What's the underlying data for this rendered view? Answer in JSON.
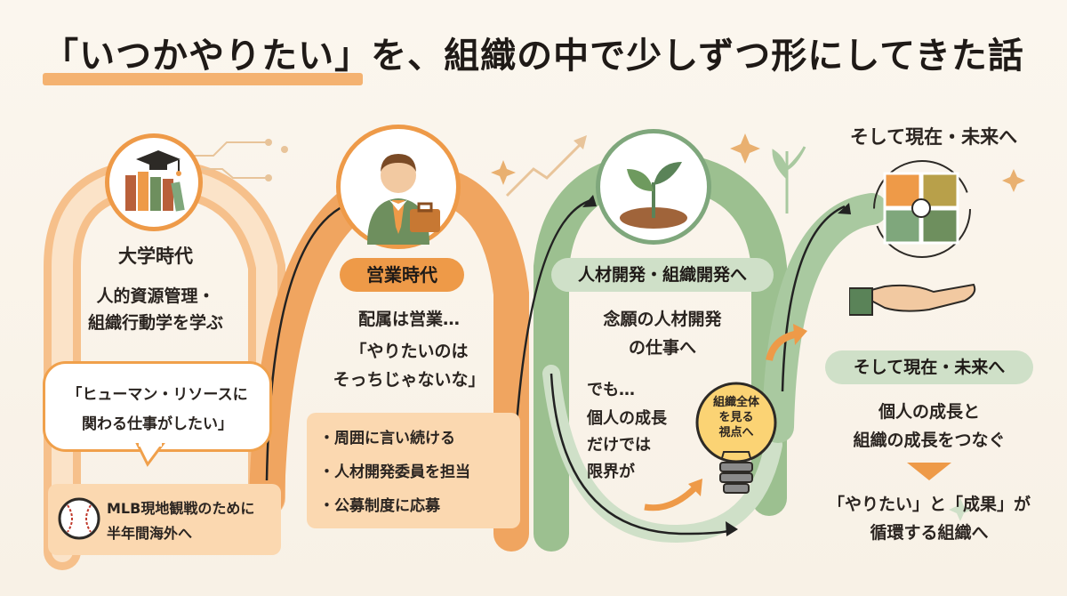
{
  "title": "「いつかやりたい」を、組織の中で少しずつ形にしてきた話",
  "stage1": {
    "heading": "大学時代",
    "line1": "人的資源管理・",
    "line2": "組織行動学を学ぶ",
    "quote_line1": "「ヒューマン・リソースに",
    "quote_line2": "関わる仕事がしたい」",
    "note_line1": "MLB現地観戦のために",
    "note_line2": "半年間海外へ"
  },
  "stage2": {
    "heading": "営業時代",
    "line1": "配属は営業…",
    "line2": "「やりたいのは",
    "line3": "そっちじゃないな」",
    "bullets": [
      "・周囲に言い続ける",
      "・人材開発委員を担当",
      "・公募制度に応募"
    ]
  },
  "stage3": {
    "heading": "人材開発・組織開発へ",
    "line1": "念願の人材開発",
    "line2": "の仕事へ",
    "but_line1": "でも…",
    "but_line2": "個人の成長",
    "but_line3": "だけでは",
    "but_line4": "限界が",
    "bulb_line1": "組織全体",
    "bulb_line2": "を見る",
    "bulb_line3": "視点へ"
  },
  "stage4": {
    "top_label": "そして現在・未来へ",
    "heading": "そして現在・未来へ",
    "line1": "個人の成長と",
    "line2": "組織の成長をつなぐ",
    "result_line1": "「やりたい」と「成果」が",
    "result_line2": "循環する組織へ"
  },
  "icons": {
    "stage1": "graduation-cap-books-icon",
    "stage2": "businessperson-briefcase-icon",
    "stage3": "sprout-icon",
    "stage4": "puzzle-hand-icon",
    "note": "baseball-icon",
    "bulb": "lightbulb-icon"
  },
  "colors": {
    "orange": "#ee9a48",
    "light_orange": "#fbd8b0",
    "green": "#7fa77c",
    "light_green": "#cfe0c8",
    "dark_green": "#5a8358"
  }
}
